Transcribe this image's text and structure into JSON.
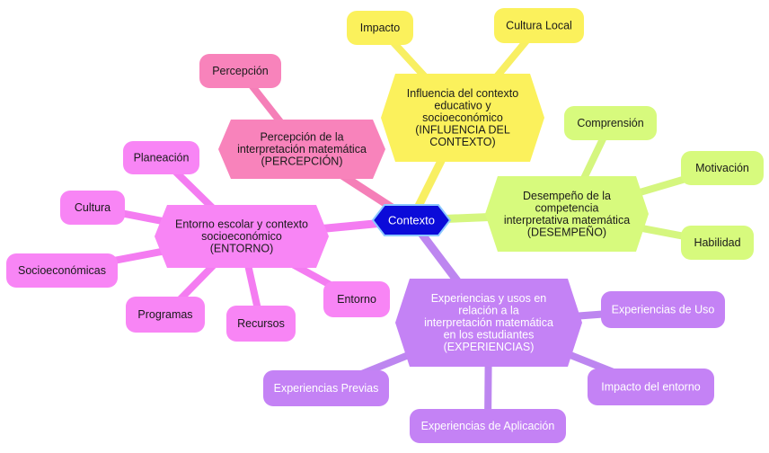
{
  "colors": {
    "root_fill": "#0b0bd9",
    "root_stroke": "#8cc8ff",
    "root_text": "#ffffff",
    "influencia": "#fbf15c",
    "influencia_line": "#f8ef62",
    "desempeno": "#d7fa7d",
    "desempeno_line": "#d5f67f",
    "experiencias": "#c482f5",
    "experiencias_line": "#bd86f0",
    "experiencias_text": "#ffffff",
    "entorno": "#f885f5",
    "entorno_line": "#f47cf1",
    "percepcion": "#f883bb",
    "percepcion_line": "#f57fb8",
    "dark_text": "#1a1a1a"
  },
  "root": {
    "label": "Contexto",
    "icon": "hexagon-shape"
  },
  "branches": {
    "influencia": {
      "label": [
        "Influencia del contexto",
        "educativo y",
        "socioeconómico",
        "(INFLUENCIA DEL",
        "CONTEXTO)"
      ],
      "children": [
        "Impacto",
        "Cultura Local"
      ]
    },
    "desempeno": {
      "label": [
        "Desempeño de la",
        "competencia",
        "interpretativa matemática",
        "(DESEMPEÑO)"
      ],
      "children": [
        "Comprensión",
        "Motivación",
        "Habilidad"
      ]
    },
    "experiencias": {
      "label": [
        "Experiencias y usos en",
        "relación a la",
        "interpretación matemática",
        "en los estudiantes",
        "(EXPERIENCIAS)"
      ],
      "children": [
        "Experiencias de Uso",
        "Impacto del entorno",
        "Experiencias de Aplicación",
        "Experiencias Previas"
      ]
    },
    "entorno": {
      "label": [
        "Entorno escolar y contexto",
        "socioeconómico",
        "(ENTORNO)"
      ],
      "children": [
        "Planeación",
        "Cultura",
        "Socioeconómicas",
        "Programas",
        "Recursos",
        "Entorno"
      ]
    },
    "percepcion": {
      "label": [
        "Percepción de la",
        "interpretación matemática",
        "(PERCEPCIÓN)"
      ],
      "children": [
        "Percepción"
      ]
    }
  }
}
